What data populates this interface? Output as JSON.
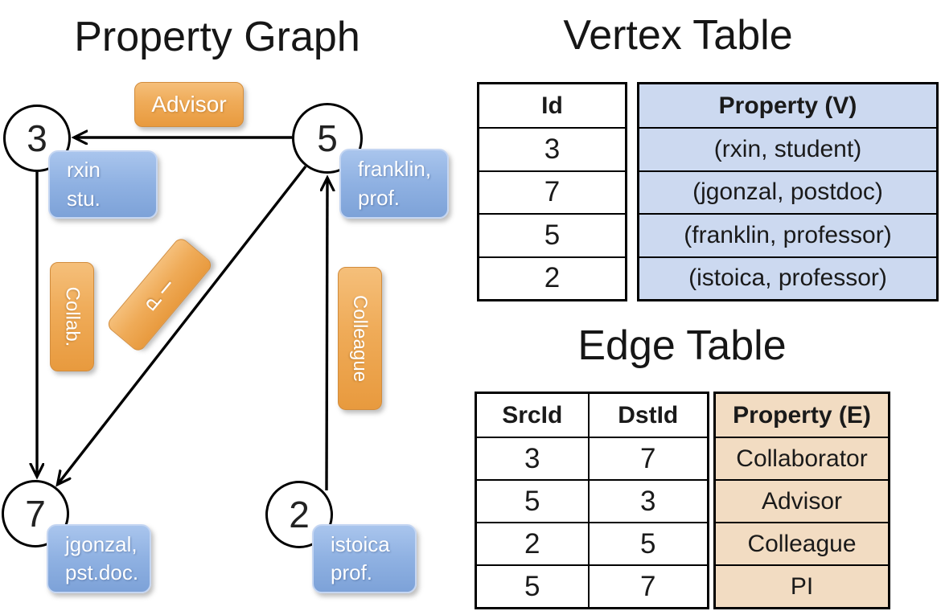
{
  "graph": {
    "title": "Property Graph",
    "vertices": [
      {
        "id": "3",
        "label_line1": "rxin",
        "label_line2": "stu."
      },
      {
        "id": "5",
        "label_line1": "franklin,",
        "label_line2": "prof."
      },
      {
        "id": "7",
        "label_line1": "jgonzal,",
        "label_line2": "pst.doc."
      },
      {
        "id": "2",
        "label_line1": "istoica",
        "label_line2": "prof."
      }
    ],
    "edge_labels": {
      "advisor": "Advisor",
      "collab": "Collab.",
      "pi": "PI",
      "colleague": "Colleague"
    },
    "edges": [
      {
        "src": "5",
        "dst": "3",
        "label": "Advisor"
      },
      {
        "src": "3",
        "dst": "7",
        "label": "Collab."
      },
      {
        "src": "5",
        "dst": "7",
        "label": "PI"
      },
      {
        "src": "2",
        "dst": "5",
        "label": "Colleague"
      }
    ]
  },
  "vertex_table": {
    "title": "Vertex Table",
    "col_id": "Id",
    "col_property": "Property (V)",
    "rows": [
      {
        "id": "3",
        "property": "(rxin, student)"
      },
      {
        "id": "7",
        "property": "(jgonzal, postdoc)"
      },
      {
        "id": "5",
        "property": "(franklin, professor)"
      },
      {
        "id": "2",
        "property": "(istoica, professor)"
      }
    ]
  },
  "edge_table": {
    "title": "Edge Table",
    "col_src": "SrcId",
    "col_dst": "DstId",
    "col_property": "Property (E)",
    "rows": [
      {
        "src": "3",
        "dst": "7",
        "property": "Collaborator"
      },
      {
        "src": "5",
        "dst": "3",
        "property": "Advisor"
      },
      {
        "src": "2",
        "dst": "5",
        "property": "Colleague"
      },
      {
        "src": "5",
        "dst": "7",
        "property": "PI"
      }
    ]
  },
  "colors": {
    "edge_label_fill_top": "#f5bf7a",
    "edge_label_fill_bottom": "#e89a3e",
    "edge_label_border": "#d28c3c",
    "vertex_label_fill_top": "#a9c5ed",
    "vertex_label_fill_bottom": "#7da2d8",
    "vertex_label_border": "#c5d6f2",
    "vertex_table_fill": "#ccd9f0",
    "edge_table_fill": "#f2dcc2",
    "line_color": "#000000",
    "label_text": "#ffffff"
  }
}
